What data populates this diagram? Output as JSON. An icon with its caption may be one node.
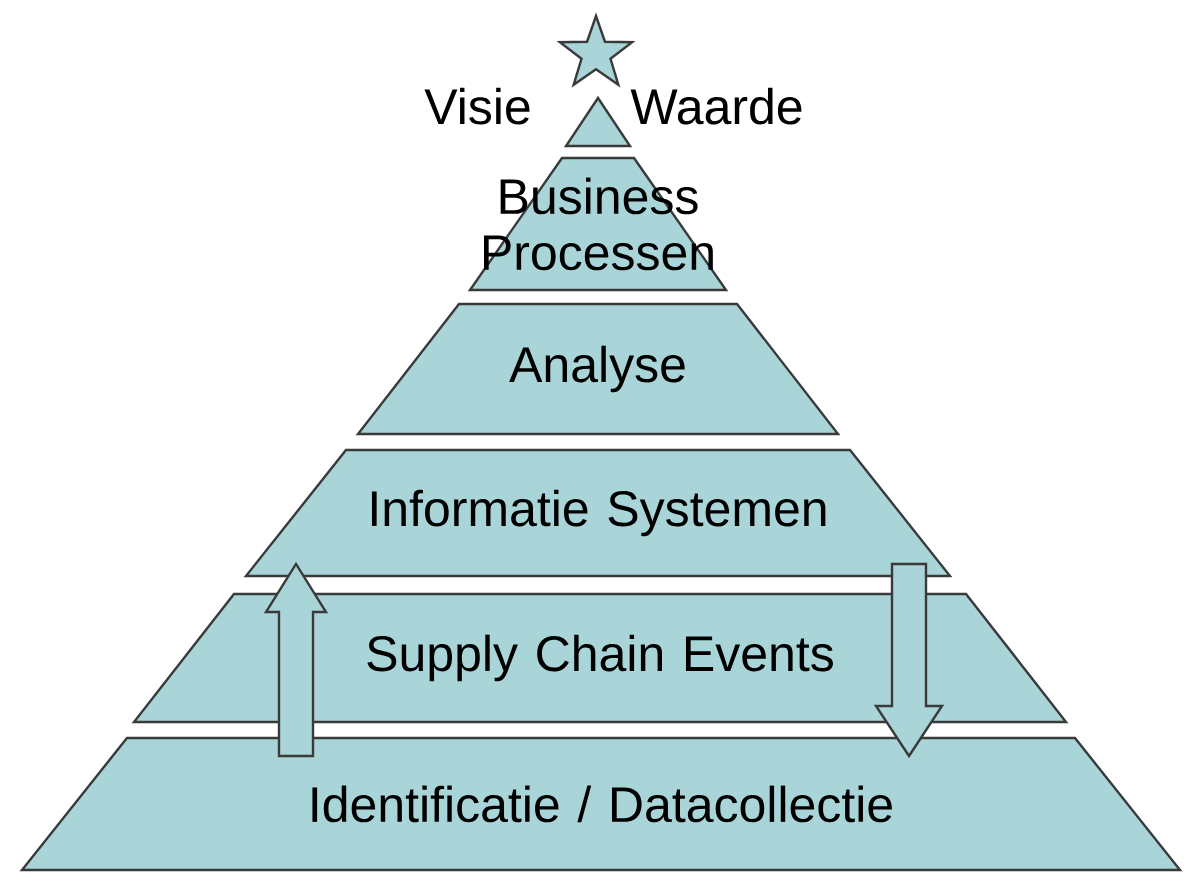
{
  "diagram": {
    "nodes": [
      {
        "text": [],
        "shape": "star"
      },
      {
        "text": [],
        "shape": "triangle"
      },
      {
        "text": [
          "Business Processen"
        ]
      },
      {
        "text": [
          "Analyse"
        ]
      },
      {
        "text": [
          "Informatie Systemen"
        ]
      },
      {
        "text": [
          "Supply Chain Events"
        ]
      },
      {
        "text": [
          "Identificatie / Datacollectie"
        ]
      }
    ],
    "edges": [
      {
        "from": 6,
        "to": 4,
        "arrow": "to"
      },
      {
        "from": 4,
        "to": 6,
        "arrow": "to"
      }
    ],
    "labels": [
      "Visie",
      "Waarde"
    ]
  }
}
